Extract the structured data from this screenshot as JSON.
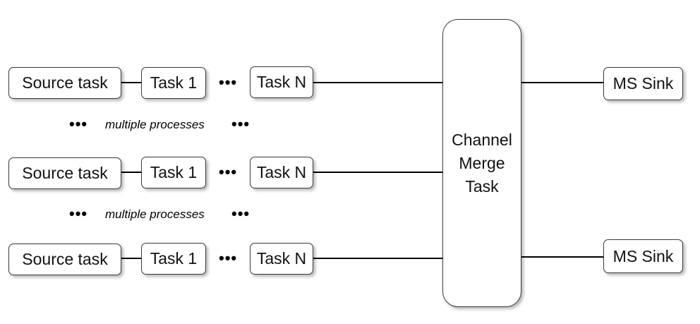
{
  "rows": [
    {
      "source_label": "Source task",
      "task1_label": "Task 1",
      "dots": "•••",
      "taskn_label": "Task N"
    },
    {
      "source_label": "Source task",
      "task1_label": "Task 1",
      "dots": "•••",
      "taskn_label": "Task N"
    },
    {
      "source_label": "Source task",
      "task1_label": "Task 1",
      "dots": "•••",
      "taskn_label": "Task N"
    }
  ],
  "separators": [
    {
      "left_dots": "•••",
      "label": "multiple processes",
      "right_dots": "•••"
    },
    {
      "left_dots": "•••",
      "label": "multiple processes",
      "right_dots": "•••"
    }
  ],
  "merge": {
    "line1": "Channel",
    "line2": "Merge",
    "line3": "Task"
  },
  "sinks": [
    {
      "label": "MS Sink"
    },
    {
      "label": "MS Sink"
    }
  ]
}
